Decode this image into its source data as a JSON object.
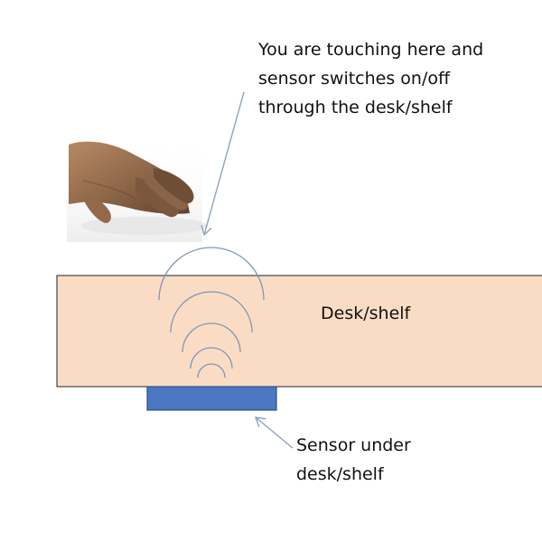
{
  "touch_callout": {
    "lines": [
      "You are touching here and",
      "sensor switches on/off",
      "through the desk/shelf"
    ]
  },
  "desk": {
    "label": "Desk/shelf",
    "fill_color": "#fadcc5",
    "stroke_color": "#222222"
  },
  "sensor": {
    "callout_lines": [
      "Sensor under",
      "desk/shelf"
    ],
    "fill_color": "#4a76c2",
    "stroke_color": "#2f4f8a"
  },
  "signal_waves": {
    "count": 5,
    "color": "#7f97b5"
  },
  "arrow_color": "#8aa4c0",
  "hand": {
    "icon": "hand-icon"
  }
}
